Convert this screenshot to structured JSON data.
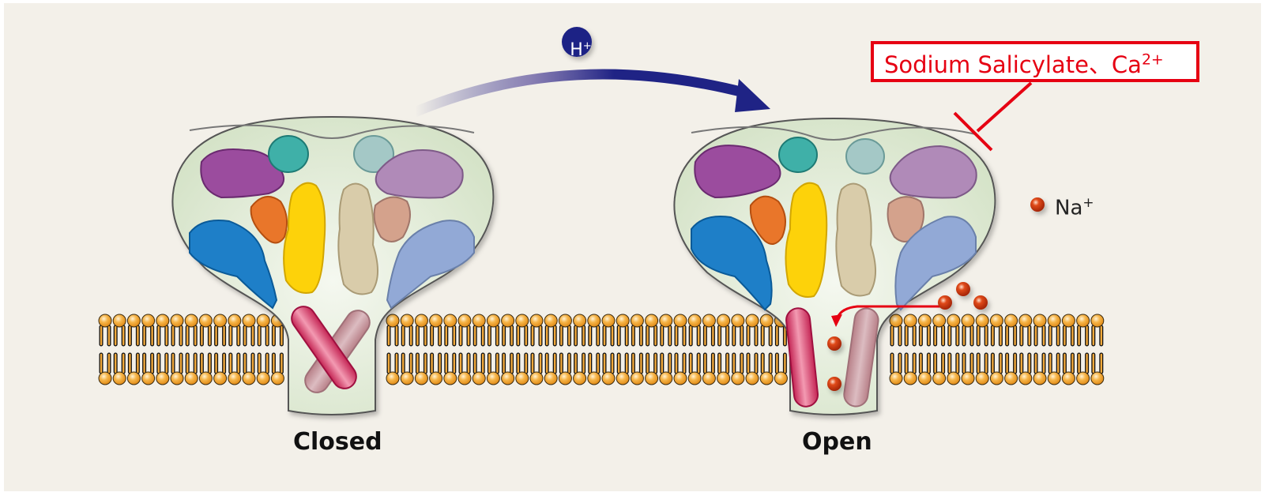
{
  "diagram": {
    "title": "Proton-gated channel: closed to open transition",
    "states": [
      {
        "id": "closed",
        "label": "Closed"
      },
      {
        "id": "open",
        "label": "Open"
      }
    ],
    "activator": {
      "label": "H",
      "charge": "+",
      "color": "#1f2385"
    },
    "inhibitor": {
      "label": "Sodium Salicylate、Ca",
      "charge": "2+",
      "color": "#e60012"
    },
    "ion": {
      "label": "Na",
      "charge": "+",
      "color": "#d33a10"
    },
    "colors": {
      "background": "#f3f0e9",
      "channel_body": "#dde9d2",
      "membrane_head": "#f2a93b",
      "arrow": "#1f2385",
      "inhibit": "#e60012",
      "helix_front": "#d94870",
      "helix_back": "#c7949c"
    }
  }
}
